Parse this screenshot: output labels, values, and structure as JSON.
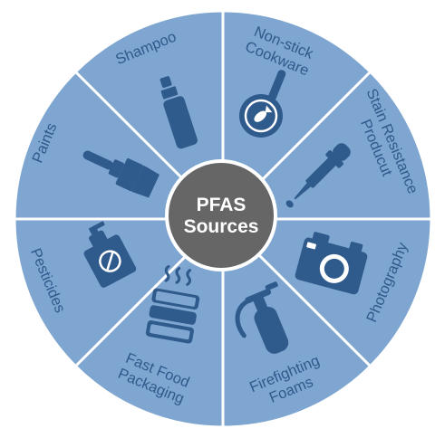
{
  "colors": {
    "sector_fill": "#7ea6d0",
    "label_fill": "#2f5a8c",
    "icon_fill": "#2f5a8c",
    "center_fill": "#666666"
  },
  "center": {
    "line1": "PFAS",
    "line2": "Sources"
  },
  "sectors": [
    {
      "label_lines": [
        "Shampoo"
      ],
      "icon": "shampoo-bottle-icon"
    },
    {
      "label_lines": [
        "Non-stick",
        "Cookware"
      ],
      "icon": "frying-pan-icon"
    },
    {
      "label_lines": [
        "Stain Resistance",
        "Producut"
      ],
      "icon": "dropper-icon"
    },
    {
      "label_lines": [
        "Photography"
      ],
      "icon": "camera-icon"
    },
    {
      "label_lines": [
        "Firefighting",
        "Foams"
      ],
      "icon": "fire-extinguisher-icon"
    },
    {
      "label_lines": [
        "Fast Food",
        "Packaging"
      ],
      "icon": "food-container-icon"
    },
    {
      "label_lines": [
        "Pesticides"
      ],
      "icon": "pesticide-spray-can-icon"
    },
    {
      "label_lines": [
        "Paints"
      ],
      "icon": "paintbrush-icon"
    }
  ]
}
